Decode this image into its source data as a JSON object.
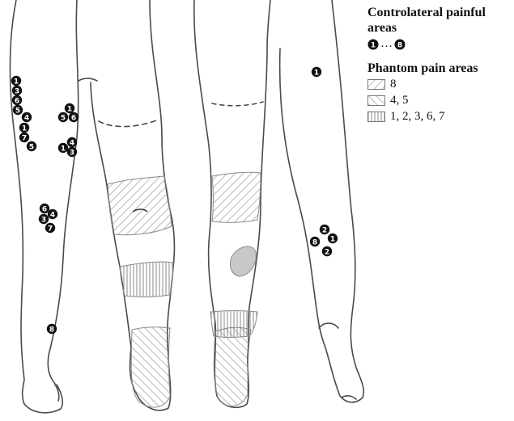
{
  "legend": {
    "controlateral_title_line1": "Controlateral painful",
    "controlateral_title_line2": "areas",
    "range_start": "1",
    "range_sep": "…",
    "range_end": "8",
    "phantom_title": "Phantom pain areas",
    "swatches": [
      {
        "label": "8",
        "pattern": "diag-right"
      },
      {
        "label": "4, 5",
        "pattern": "diag-left"
      },
      {
        "label": "1, 2, 3, 6, 7",
        "pattern": "vertical"
      }
    ]
  },
  "colors": {
    "outline": "#4a4a4a",
    "hatch": "#8a8a8a",
    "marker": "#111111",
    "marker_text": "#ffffff"
  },
  "markers": {
    "left_leg": [
      "1",
      "3",
      "6",
      "5",
      "4",
      "1",
      "7",
      "5",
      "1",
      "5",
      "6",
      "4",
      "1",
      "3",
      "6",
      "4",
      "3",
      "7",
      "8"
    ],
    "right_leg": [
      "1",
      "2",
      "1",
      "8",
      "2"
    ]
  }
}
